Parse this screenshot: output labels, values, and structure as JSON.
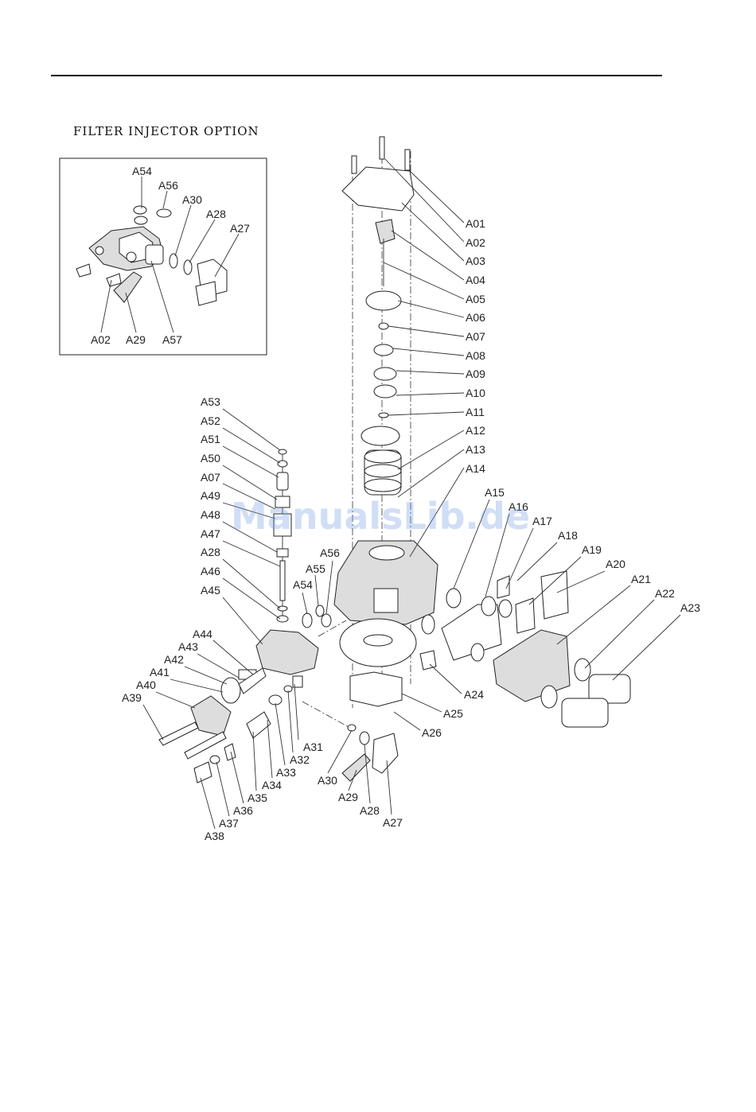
{
  "title": "FILTER INJECTOR OPTION",
  "watermark": "ManualsLib.de",
  "inset_labels": [
    "A54",
    "A56",
    "A30",
    "A28",
    "A27",
    "A02",
    "A29",
    "A57"
  ],
  "main_labels": [
    "A01",
    "A02",
    "A03",
    "A04",
    "A05",
    "A06",
    "A07",
    "A08",
    "A09",
    "A10",
    "A11",
    "A12",
    "A13",
    "A14",
    "A15",
    "A16",
    "A17",
    "A18",
    "A19",
    "A20",
    "A21",
    "A22",
    "A23",
    "A24",
    "A25",
    "A26",
    "A53",
    "A52",
    "A51",
    "A50",
    "A07",
    "A49",
    "A48",
    "A47",
    "A28",
    "A46",
    "A45",
    "A56",
    "A55",
    "A54",
    "A44",
    "A43",
    "A42",
    "A41",
    "A40",
    "A39",
    "A31",
    "A32",
    "A33",
    "A34",
    "A35",
    "A36",
    "A37",
    "A38",
    "A30",
    "A29",
    "A28",
    "A27"
  ],
  "colors": {
    "line": "#222222",
    "watermark": "#7aa0e6"
  }
}
